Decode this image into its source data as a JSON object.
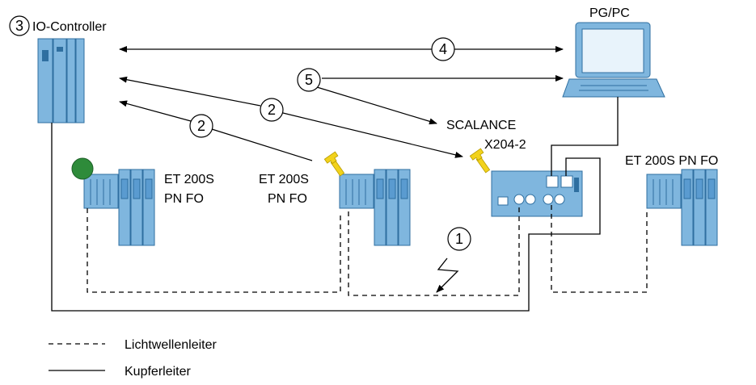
{
  "labels": {
    "pgpc": "PG/PC",
    "controller": "IO-Controller",
    "scalance_line1": "SCALANCE",
    "scalance_line2": "X204-2",
    "et_left_line1": "ET 200S",
    "et_left_line2": "PN FO",
    "et_mid_line1": "ET 200S",
    "et_mid_line2": "PN FO",
    "et_right": "ET 200S PN FO"
  },
  "markers": {
    "m1": "1",
    "m2a": "2",
    "m2b": "2",
    "m3": "3",
    "m4": "4",
    "m5": "5"
  },
  "legend": {
    "fiber": "Lichtwellenleiter",
    "copper": "Kupferleiter"
  },
  "colors": {
    "module_fill": "#7fb6de",
    "module_stroke": "#2f6fa0",
    "status_ok": "#2e8b3a",
    "wrench": "#f2d21b"
  },
  "icons": [
    "wrench-icon",
    "status-ok-icon",
    "laptop-icon",
    "lightning-icon"
  ]
}
